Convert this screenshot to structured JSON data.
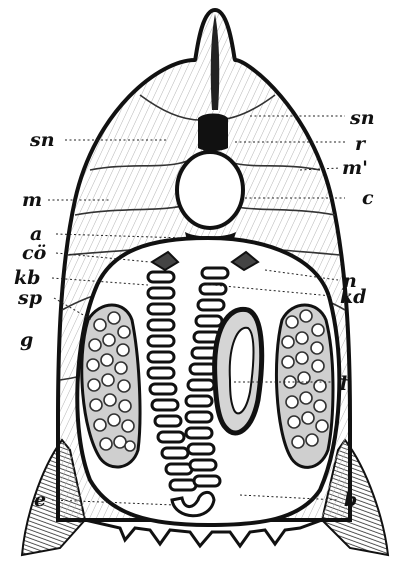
{
  "labels": {
    "sn_left": "sn",
    "sn_right": "sn",
    "r": "r",
    "m_left": "m",
    "m_right": "m'",
    "c": "c",
    "a": "a",
    "co": "cö",
    "n": "n",
    "kb": "kb",
    "kd": "kd",
    "sp": "sp",
    "g": "g",
    "l": "l'",
    "e": "e",
    "b": "b"
  }
}
